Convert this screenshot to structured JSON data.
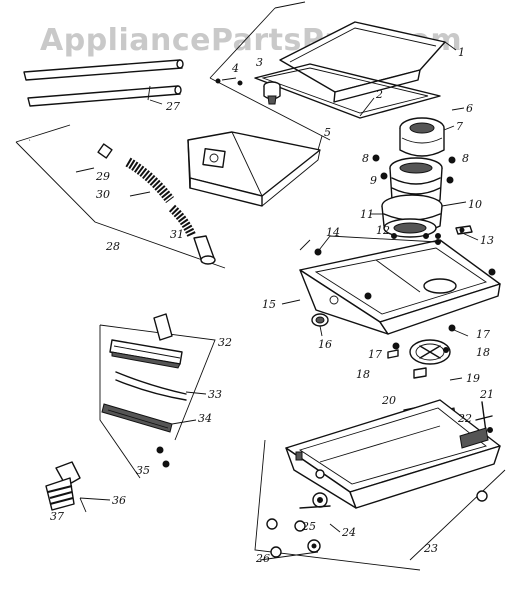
{
  "watermark": "AppliancePartsPros.com",
  "callouts": {
    "p1": "1",
    "p2": "2",
    "p3": "3",
    "p4": "4",
    "p5": "5",
    "p6": "6",
    "p7": "7",
    "p8a": "8",
    "p8b": "8",
    "p9": "9",
    "p10": "10",
    "p11": "11",
    "p12": "12",
    "p13": "13",
    "p14": "14",
    "p15": "15",
    "p16": "16",
    "p17a": "17",
    "p17b": "17",
    "p18a": "18",
    "p18b": "18",
    "p19": "19",
    "p20": "20",
    "p21": "21",
    "p22": "22",
    "p23": "23",
    "p24": "24",
    "p25": "25",
    "p26": "26",
    "p27": "27",
    "p28": "28",
    "p29": "29",
    "p30": "30",
    "p31": "31",
    "p32": "32",
    "p33": "33",
    "p34": "34",
    "p35": "35",
    "p36": "36",
    "p37": "37"
  }
}
